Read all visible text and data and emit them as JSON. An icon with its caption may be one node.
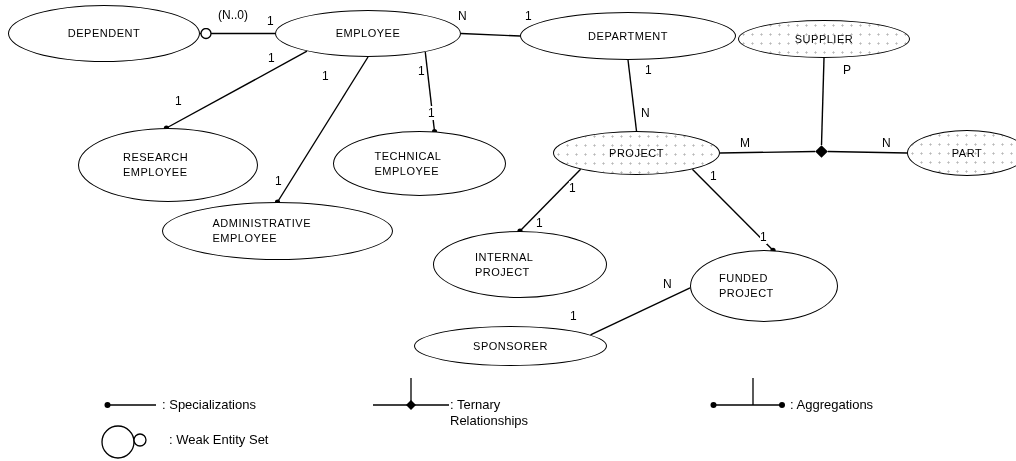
{
  "diagram": {
    "nodes": [
      {
        "text": [
          "DEPENDENT"
        ]
      },
      {
        "text": [
          "EMPLOYEE"
        ]
      },
      {
        "text": [
          "DEPARTMENT"
        ]
      },
      {
        "text": [
          "SUPPLIER"
        ]
      },
      {
        "text": [
          "RESEARCH EMPLOYEE"
        ]
      },
      {
        "text": [
          "TECHNICAL EMPLOYEE"
        ]
      },
      {
        "text": [
          "PROJECT"
        ]
      },
      {
        "text": [],
        "shape": "diamond"
      },
      {
        "text": [
          "PART"
        ]
      },
      {
        "text": [
          "ADMINISTRATIVE EMPLOYEE"
        ]
      },
      {
        "text": [
          "INTERNAL PROJECT"
        ]
      },
      {
        "text": [
          "FUNDED PROJECT"
        ]
      },
      {
        "text": [
          "SPONSORER"
        ]
      }
    ],
    "edges": [
      {
        "from": 0,
        "to": 1,
        "arrow": "other"
      },
      {
        "from": 1,
        "to": 2,
        "arrow": "none"
      },
      {
        "from": 1,
        "to": 4,
        "arrow": "other"
      },
      {
        "from": 1,
        "to": 9,
        "arrow": "other"
      },
      {
        "from": 1,
        "to": 5,
        "arrow": "other"
      },
      {
        "from": 2,
        "to": 6,
        "arrow": "none"
      },
      {
        "from": 3,
        "to": 7,
        "arrow": "none"
      },
      {
        "from": 6,
        "to": 7,
        "arrow": "none"
      },
      {
        "from": 7,
        "to": 8,
        "arrow": "none"
      },
      {
        "from": 6,
        "to": 10,
        "arrow": "other"
      },
      {
        "from": 6,
        "to": 11,
        "arrow": "other"
      },
      {
        "from": 12,
        "to": 11,
        "arrow": "none"
      }
    ],
    "labels": [
      "(N..0)",
      "1",
      "N",
      "1",
      "1",
      "1",
      "1",
      "1",
      "P",
      "1",
      "1",
      "N",
      "M",
      "N",
      "1",
      "1",
      "1",
      "1",
      "1",
      "N",
      "1"
    ],
    "legend": [
      {
        "text": ": Specializations"
      },
      {
        "text": ": Ternary Relationships"
      },
      {
        "text": ": Aggregations"
      },
      {
        "text": ": Weak Entity Set"
      }
    ]
  }
}
